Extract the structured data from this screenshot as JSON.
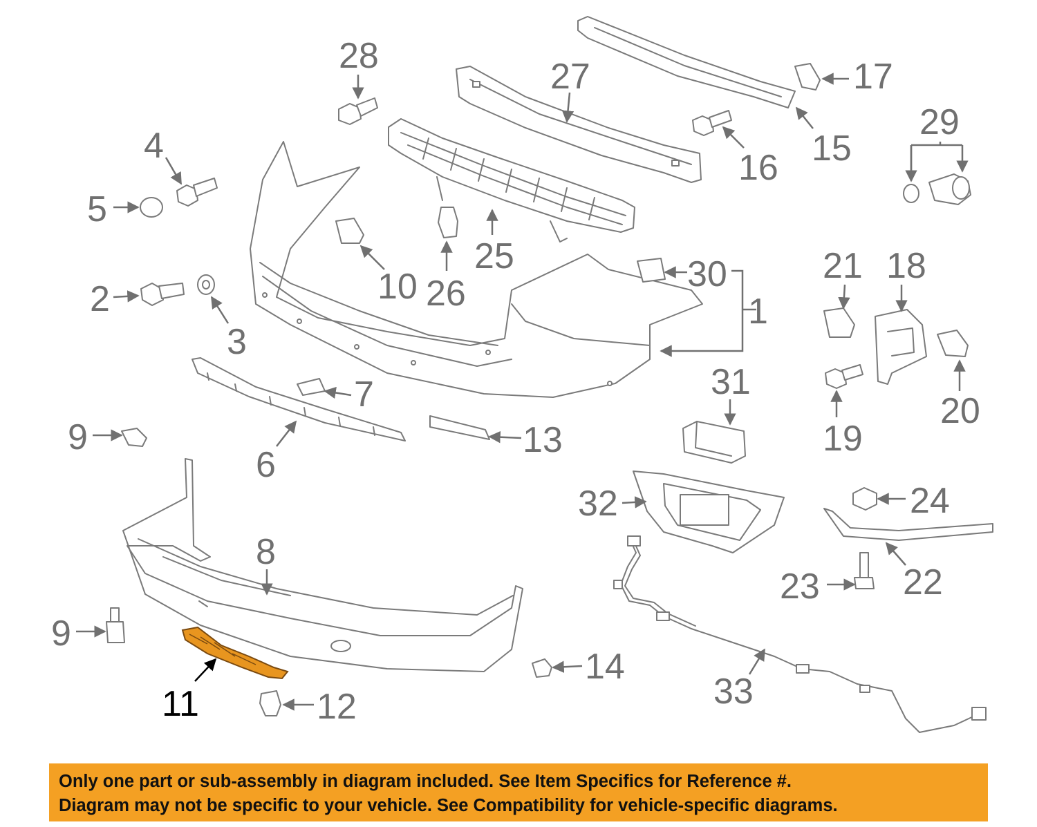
{
  "diagram": {
    "highlight_color": "#e8951f",
    "callout_color": "#707070",
    "highlighted_callout": "11",
    "callouts": [
      "1",
      "2",
      "3",
      "4",
      "5",
      "6",
      "7",
      "8",
      "9",
      "9",
      "10",
      "11",
      "12",
      "13",
      "14",
      "15",
      "16",
      "17",
      "18",
      "19",
      "20",
      "21",
      "22",
      "23",
      "24",
      "25",
      "26",
      "27",
      "28",
      "29",
      "30",
      "31",
      "32",
      "33"
    ]
  },
  "notice": {
    "background_color": "#f4a023",
    "line1": "Only one part or sub-assembly in diagram included. See Item Specifics for Reference #.",
    "line2": "Diagram may not be specific to your vehicle. See Compatibility for vehicle-specific diagrams."
  }
}
